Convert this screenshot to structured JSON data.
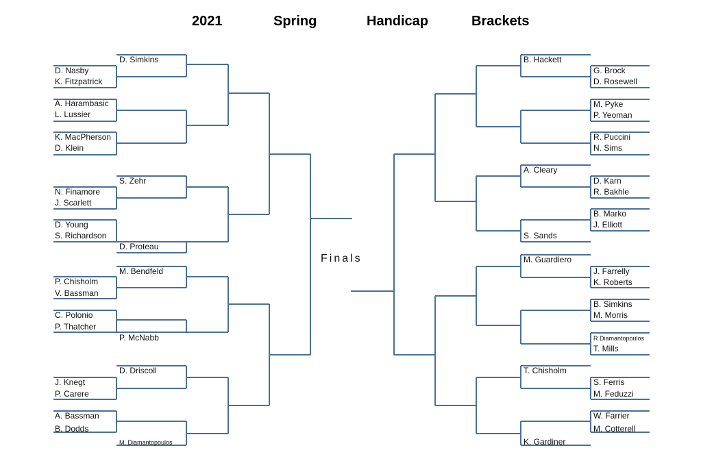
{
  "title": {
    "year": "2021",
    "w1": "Spring",
    "w2": "Handicap",
    "w3": "Brackets"
  },
  "finals_label": "Finals",
  "left": {
    "r1": [
      [
        "D. Nasby",
        "K. Fitzpatrick"
      ],
      [
        "A. Harambasic",
        "L. Lussier"
      ],
      [
        "K. MacPherson",
        "D. Klein"
      ],
      [
        "N. Finamore",
        "J. Scarlett"
      ],
      [
        "D. Young",
        "S. Richardson"
      ],
      [
        "P. Chisholm",
        "V. Bassman"
      ],
      [
        "C. Polonio",
        "P. Thatcher"
      ],
      [
        "J. Knegt",
        "P. Carere"
      ],
      [
        "A. Bassman",
        "B. Dodds"
      ]
    ],
    "byes": [
      "D. Simkins",
      "S. Zehr",
      "D. Proteau",
      "M. Bendfeld",
      "P. McNabb",
      "D. Driscoll",
      "M. Diamantopoulos"
    ]
  },
  "right": {
    "r1": [
      [
        "G. Brock",
        "D. Rosewell"
      ],
      [
        "M. Pyke",
        "P. Yeoman"
      ],
      [
        "R. Puccini",
        "N. Sims"
      ],
      [
        "D. Karn",
        "R. Bakhle"
      ],
      [
        "B. Marko",
        "J. Elliott"
      ],
      [
        "J. Farrelly",
        "K. Roberts"
      ],
      [
        "B. Simkins",
        "M. Morris"
      ],
      [
        "R Diamantopoulos",
        "T. Mills"
      ],
      [
        "S. Ferris",
        "M. Feduzzi"
      ],
      [
        "W. Farrier",
        "M. Cotterell"
      ]
    ],
    "byes": [
      "B. Hackett",
      "A. Cleary",
      "S. Sands",
      "M. Guardiero",
      "T. Chisholm",
      "K. Gardiner"
    ]
  },
  "colors": {
    "line": "#4a6f9c",
    "text": "#111111"
  }
}
